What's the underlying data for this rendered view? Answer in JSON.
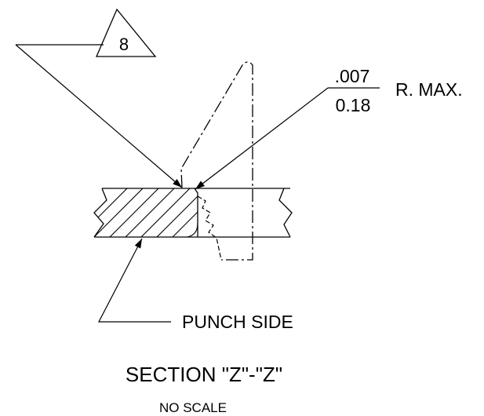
{
  "drawing": {
    "flag_note_number": "8",
    "radius_dimension": {
      "inch_value": ".007",
      "mm_value": "0.18",
      "qualifier": "R. MAX."
    },
    "side_callout": "PUNCH SIDE",
    "section_title": "SECTION \"Z\"-\"Z\"",
    "scale_note": "NO SCALE"
  },
  "colors": {
    "line": "#000000",
    "background": "#ffffff"
  }
}
